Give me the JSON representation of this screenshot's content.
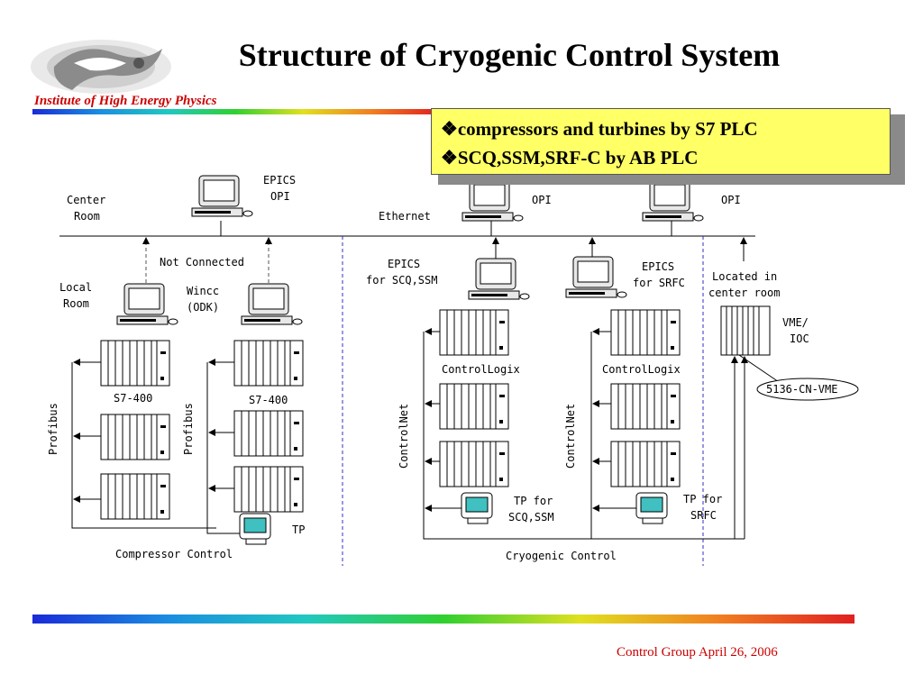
{
  "slide": {
    "title": "Structure of Cryogenic Control System",
    "logo_text": "Institute of High Energy Physics",
    "footer": "Control Group April 26, 2006",
    "callout": [
      "❖compressors and turbines by S7 PLC",
      "❖SCQ,SSM,SRF-C by AB PLC"
    ]
  },
  "diagram": {
    "center_room": "Center",
    "center_room2": "Room",
    "epics_opi_1a": "EPICS",
    "epics_opi_1b": "OPI",
    "epics_opi_2b": "OPI",
    "epics_opi_3b": "OPI",
    "ethernet": "Ethernet",
    "not_connected": "Not Connected",
    "local_room1": "Local",
    "local_room2": "Room",
    "wincc1": "Wincc",
    "wincc2": "(ODK)",
    "s7_400_a": "S7-400",
    "s7_400_b": "S7-400",
    "profibus_a": "Profibus",
    "profibus_b": "Profibus",
    "tp": "TP",
    "compressor_control": "Compressor Control",
    "epics_scq1": "EPICS",
    "epics_scq2": "for SCQ,SSM",
    "epics_srfc1": "EPICS",
    "epics_srfc2": "for SRFC",
    "controllogix_a": "ControlLogix",
    "controllogix_b": "ControlLogix",
    "controlnet_a": "ControlNet",
    "controlnet_b": "ControlNet",
    "tp_scq1": "TP for",
    "tp_scq2": "SCQ,SSM",
    "tp_srfc1": "TP for",
    "tp_srfc2": "SRFC",
    "cryogenic_control": "Cryogenic Control",
    "located1": "Located in",
    "located2": "center room",
    "vme1": "VME/",
    "vme2": "IOC",
    "cn_vme": "5136-CN-VME"
  }
}
